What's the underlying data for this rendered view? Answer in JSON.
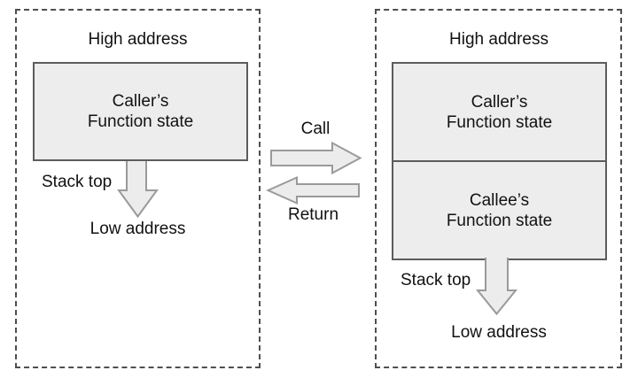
{
  "diagram": {
    "left_panel": {
      "high_address_label": "High address",
      "caller_box": {
        "line1": "Caller’s",
        "line2": "Function state"
      },
      "stack_top_label": "Stack top",
      "low_address_label": "Low address"
    },
    "middle": {
      "call_label": "Call",
      "return_label": "Return"
    },
    "right_panel": {
      "high_address_label": "High address",
      "caller_box": {
        "line1": "Caller’s",
        "line2": "Function state"
      },
      "callee_box": {
        "line1": "Callee’s",
        "line2": "Function state"
      },
      "stack_top_label": "Stack top",
      "low_address_label": "Low address"
    },
    "colors": {
      "background": "#ffffff",
      "text": "#111111",
      "panel_dash": "#4f4f4f",
      "box_fill": "#ededed",
      "box_border": "#5c5c5c",
      "arrow_fill": "#ececec",
      "arrow_border": "#9a9a9a"
    }
  }
}
